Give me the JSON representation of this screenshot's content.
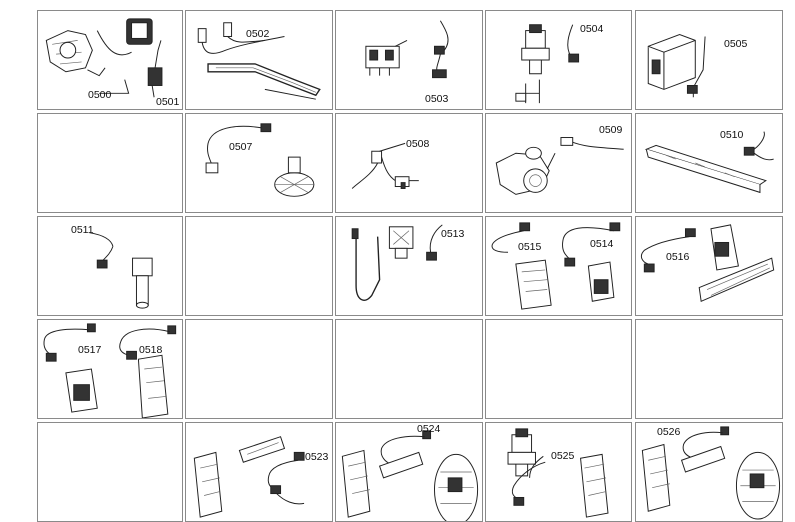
{
  "parts": {
    "p0500": "0500",
    "p0501": "0501",
    "p0502": "0502",
    "p0503": "0503",
    "p0504": "0504",
    "p0505": "0505",
    "p0507": "0507",
    "p0508": "0508",
    "p0509": "0509",
    "p0510": "0510",
    "p0511": "0511",
    "p0513": "0513",
    "p0514": "0514",
    "p0515": "0515",
    "p0516": "0516",
    "p0517": "0517",
    "p0518": "0518",
    "p0523": "0523",
    "p0524": "0524",
    "p0525": "0525",
    "p0526": "0526"
  }
}
